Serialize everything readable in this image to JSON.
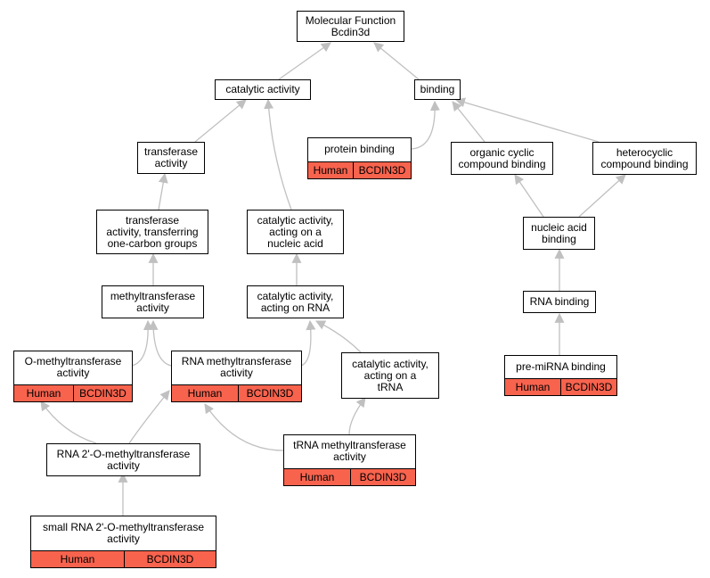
{
  "colors": {
    "edge": "#c0c0c0",
    "annotation": "#f8634e"
  },
  "nodes": {
    "root": {
      "label": "Molecular Function\nBcdin3d"
    },
    "catalytic": {
      "label": "catalytic activity"
    },
    "binding": {
      "label": "binding"
    },
    "transferase": {
      "label": "transferase\nactivity"
    },
    "protein_binding": {
      "label": "protein binding",
      "species": "Human",
      "gene": "BCDIN3D"
    },
    "organic_cyclic": {
      "label": "organic cyclic\ncompound binding"
    },
    "heterocyclic": {
      "label": "heterocyclic\ncompound binding"
    },
    "transferase_1c": {
      "label": "transferase\nactivity, transferring\none-carbon groups"
    },
    "cat_nucleic": {
      "label": "catalytic activity,\nacting on a\nnucleic acid"
    },
    "nucleic_binding": {
      "label": "nucleic acid\nbinding"
    },
    "methyltransferase": {
      "label": "methyltransferase\nactivity"
    },
    "cat_rna": {
      "label": "catalytic activity,\nacting on RNA"
    },
    "rna_binding": {
      "label": "RNA binding"
    },
    "o_methyl": {
      "label": "O-methyltransferase\nactivity",
      "species": "Human",
      "gene": "BCDIN3D"
    },
    "rna_methyl": {
      "label": "RNA methyltransferase\nactivity",
      "species": "Human",
      "gene": "BCDIN3D"
    },
    "cat_trna": {
      "label": "catalytic activity,\nacting on a\ntRNA"
    },
    "pre_mirna": {
      "label": "pre-miRNA binding",
      "species": "Human",
      "gene": "BCDIN3D"
    },
    "rna_2o": {
      "label": "RNA 2'-O-methyltransferase\nactivity"
    },
    "trna_methyl": {
      "label": "tRNA methyltransferase\nactivity",
      "species": "Human",
      "gene": "BCDIN3D"
    },
    "small_rna": {
      "label": "small RNA 2'-O-methyltransferase\nactivity",
      "species": "Human",
      "gene": "BCDIN3D"
    }
  }
}
